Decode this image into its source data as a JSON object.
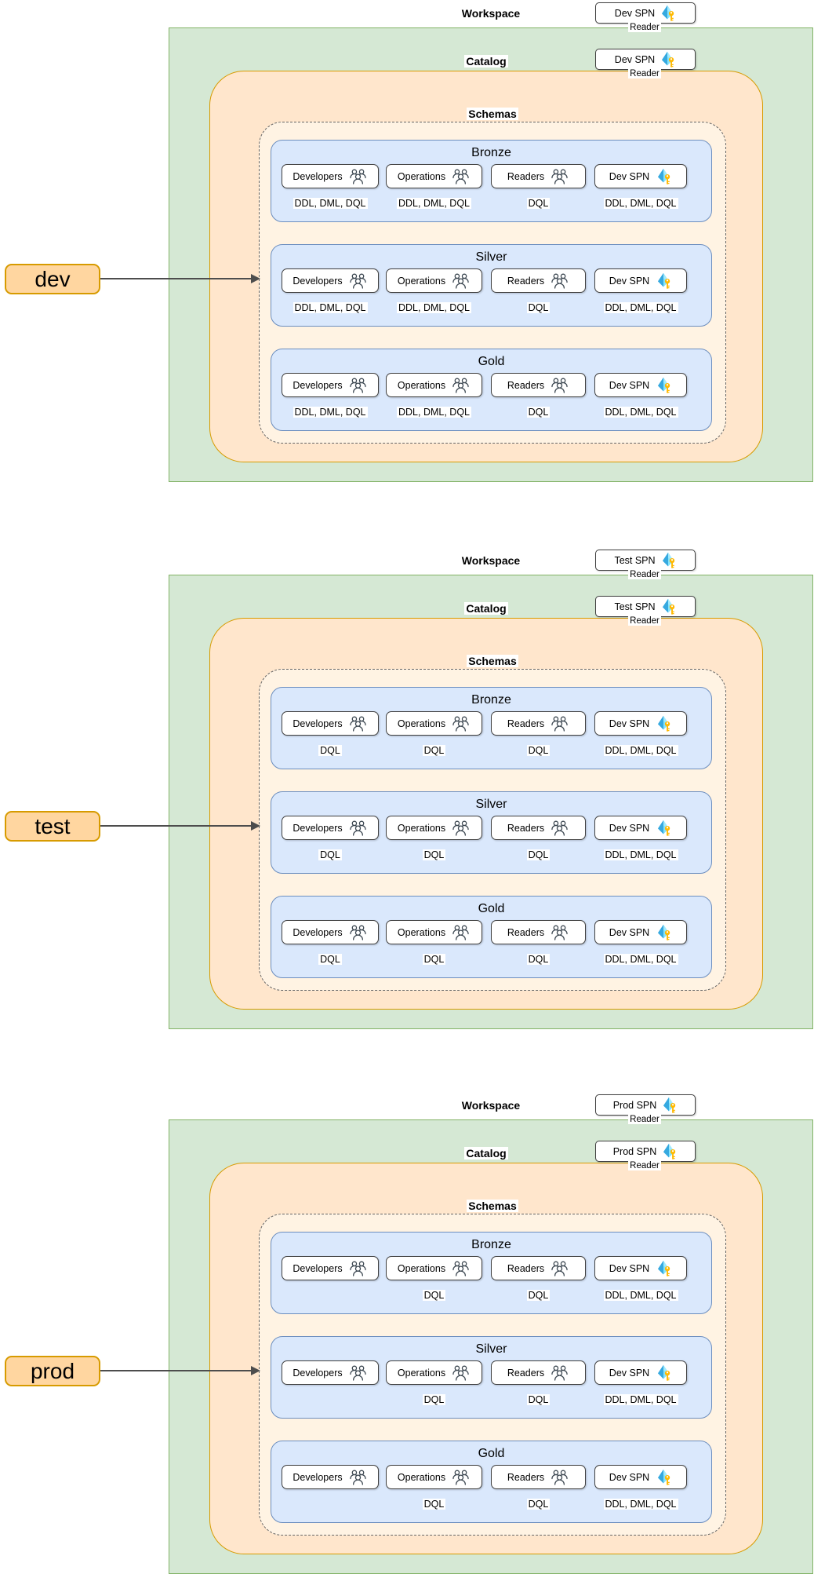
{
  "shared": {
    "workspace_label": "Workspace",
    "catalog_label": "Catalog",
    "schemas_label": "Schemas"
  },
  "colors": {
    "green_fill": "#d5e8d4",
    "green_stroke": "#82b366",
    "orange_fill": "#ffe6cc",
    "orange_stroke": "#d79b00",
    "cream_fill": "#fff3e3",
    "blue_fill": "#dae8fc",
    "blue_stroke": "#6c8ebf",
    "env_fill": "#ffd6a0",
    "env_stroke": "#d79b00",
    "box_stroke": "#404040",
    "arrow_color": "#4d4d4d"
  },
  "sections": [
    {
      "env": "dev",
      "workspace_spn": "Dev SPN",
      "workspace_spn_role": "Reader",
      "catalog_spn": "Dev SPN",
      "catalog_spn_role": "Reader",
      "rows": [
        {
          "title": "Bronze",
          "groups": [
            {
              "label": "Developers",
              "icon": "users-icon",
              "permission": "DDL, DML, DQL"
            },
            {
              "label": "Operations",
              "icon": "users-icon",
              "permission": "DDL, DML, DQL"
            },
            {
              "label": "Readers",
              "icon": "users-icon",
              "permission": "DQL"
            },
            {
              "label": "Dev SPN",
              "icon": "azure-spn-icon",
              "permission": "DDL, DML, DQL"
            }
          ]
        },
        {
          "title": "Silver",
          "groups": [
            {
              "label": "Developers",
              "icon": "users-icon",
              "permission": "DDL, DML, DQL"
            },
            {
              "label": "Operations",
              "icon": "users-icon",
              "permission": "DDL, DML, DQL"
            },
            {
              "label": "Readers",
              "icon": "users-icon",
              "permission": "DQL"
            },
            {
              "label": "Dev SPN",
              "icon": "azure-spn-icon",
              "permission": "DDL, DML, DQL"
            }
          ]
        },
        {
          "title": "Gold",
          "groups": [
            {
              "label": "Developers",
              "icon": "users-icon",
              "permission": "DDL, DML, DQL"
            },
            {
              "label": "Operations",
              "icon": "users-icon",
              "permission": "DDL, DML, DQL"
            },
            {
              "label": "Readers",
              "icon": "users-icon",
              "permission": "DQL"
            },
            {
              "label": "Dev SPN",
              "icon": "azure-spn-icon",
              "permission": "DDL, DML, DQL"
            }
          ]
        }
      ]
    },
    {
      "env": "test",
      "workspace_spn": "Test SPN",
      "workspace_spn_role": "Reader",
      "catalog_spn": "Test SPN",
      "catalog_spn_role": "Reader",
      "rows": [
        {
          "title": "Bronze",
          "groups": [
            {
              "label": "Developers",
              "icon": "users-icon",
              "permission": "DQL"
            },
            {
              "label": "Operations",
              "icon": "users-icon",
              "permission": "DQL"
            },
            {
              "label": "Readers",
              "icon": "users-icon",
              "permission": "DQL"
            },
            {
              "label": "Dev SPN",
              "icon": "azure-spn-icon",
              "permission": "DDL, DML, DQL"
            }
          ]
        },
        {
          "title": "Silver",
          "groups": [
            {
              "label": "Developers",
              "icon": "users-icon",
              "permission": "DQL"
            },
            {
              "label": "Operations",
              "icon": "users-icon",
              "permission": "DQL"
            },
            {
              "label": "Readers",
              "icon": "users-icon",
              "permission": "DQL"
            },
            {
              "label": "Dev SPN",
              "icon": "azure-spn-icon",
              "permission": "DDL, DML, DQL"
            }
          ]
        },
        {
          "title": "Gold",
          "groups": [
            {
              "label": "Developers",
              "icon": "users-icon",
              "permission": "DQL"
            },
            {
              "label": "Operations",
              "icon": "users-icon",
              "permission": "DQL"
            },
            {
              "label": "Readers",
              "icon": "users-icon",
              "permission": "DQL"
            },
            {
              "label": "Dev SPN",
              "icon": "azure-spn-icon",
              "permission": "DDL, DML, DQL"
            }
          ]
        }
      ]
    },
    {
      "env": "prod",
      "workspace_spn": "Prod SPN",
      "workspace_spn_role": "Reader",
      "catalog_spn": "Prod SPN",
      "catalog_spn_role": "Reader",
      "rows": [
        {
          "title": "Bronze",
          "groups": [
            {
              "label": "Developers",
              "icon": "users-icon",
              "permission": ""
            },
            {
              "label": "Operations",
              "icon": "users-icon",
              "permission": "DQL"
            },
            {
              "label": "Readers",
              "icon": "users-icon",
              "permission": "DQL"
            },
            {
              "label": "Dev SPN",
              "icon": "azure-spn-icon",
              "permission": "DDL, DML, DQL"
            }
          ]
        },
        {
          "title": "Silver",
          "groups": [
            {
              "label": "Developers",
              "icon": "users-icon",
              "permission": ""
            },
            {
              "label": "Operations",
              "icon": "users-icon",
              "permission": "DQL"
            },
            {
              "label": "Readers",
              "icon": "users-icon",
              "permission": "DQL"
            },
            {
              "label": "Dev SPN",
              "icon": "azure-spn-icon",
              "permission": "DDL, DML, DQL"
            }
          ]
        },
        {
          "title": "Gold",
          "groups": [
            {
              "label": "Developers",
              "icon": "users-icon",
              "permission": ""
            },
            {
              "label": "Operations",
              "icon": "users-icon",
              "permission": "DQL"
            },
            {
              "label": "Readers",
              "icon": "users-icon",
              "permission": "DQL"
            },
            {
              "label": "Dev SPN",
              "icon": "azure-spn-icon",
              "permission": "DDL, DML, DQL"
            }
          ]
        }
      ]
    }
  ]
}
